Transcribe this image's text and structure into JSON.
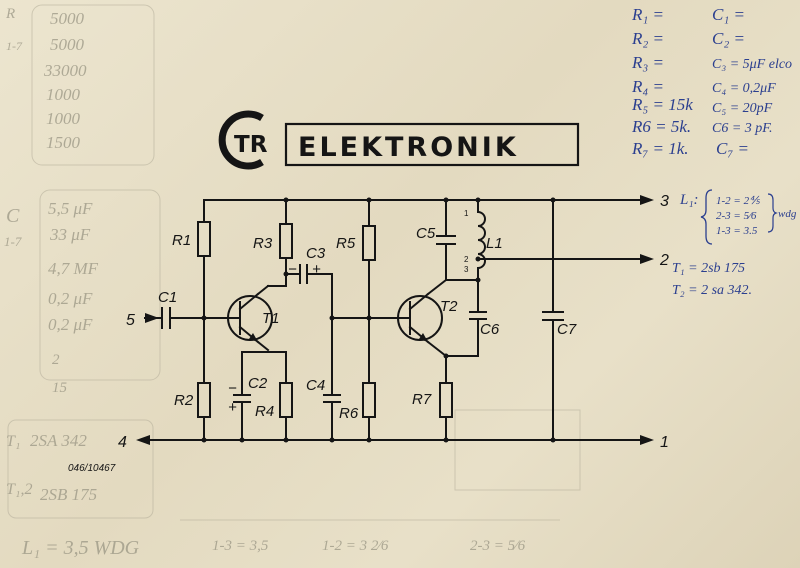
{
  "brand": {
    "logo_text": "TR",
    "name": "ELEKTRONIK"
  },
  "doc_number": "046/10467",
  "nodes": {
    "n1": "1",
    "n2": "2",
    "n3": "3",
    "n4": "4",
    "n5": "5"
  },
  "components": {
    "R1": "R1",
    "R2": "R2",
    "R3": "R3",
    "R4": "R4",
    "R5": "R5",
    "R6": "R6",
    "R7": "R7",
    "C1": "C1",
    "C2": "C2",
    "C3": "C3",
    "C4": "C4",
    "C5": "C5",
    "C6": "C6",
    "C7": "C7",
    "L1": "L1",
    "T1": "T1",
    "T2": "T2",
    "tap1": "1",
    "tap2": "2",
    "tap3": "3",
    "plus": "+",
    "minus": "−"
  },
  "notes_right": {
    "r1": "R₁ =",
    "r2": "R₂ =",
    "r3": "R₃ =",
    "r4": "R₄ =",
    "r5": "R₅ = 15k",
    "r6": "R6 = 5k.",
    "r7": "R₇ = 1k.",
    "c1": "C₁ =",
    "c2": "C₂ =",
    "c3": "C₃ = 5μF elco",
    "c4": "C₄ = 0,2μF",
    "c5": "C₅ = 20pF",
    "c6": "C6 = 3 pF.",
    "c7": "C₇ =",
    "l1": "L₁:",
    "l1_12": "1-2 = 2⅘",
    "l1_23": "2-3 = 5⁄6",
    "l1_13": "1-3 = 3.5",
    "wdg": "wdg",
    "t1": "T₁ = 2sb 175",
    "t2": "T₂ = 2 sa 342."
  },
  "notes_left": {
    "v1": "5000",
    "v2": "5000",
    "v3": "33000",
    "v4": "1000",
    "v5": "1000",
    "v6": "1500",
    "c_a": "C",
    "c_b": "1-7",
    "cap1": "5,5 μF",
    "cap2": "33 μF",
    "cap3": "4,7 MF",
    "cap4": "0,2 μF",
    "cap5": "0,2 μF",
    "d1": "2",
    "d2": "15",
    "r_mark": "R",
    "r_range": "1-7",
    "t_a": "T₁",
    "t_b": "T₁,2",
    "tr1": "2SA 342",
    "tr2": "2SB 175"
  },
  "notes_bottom": {
    "l": "L₁ = 3,5 WDG",
    "a": "1-3 = 3,5",
    "b": "1-2 = 3 2⁄6",
    "c": "2-3 = 5⁄6"
  }
}
